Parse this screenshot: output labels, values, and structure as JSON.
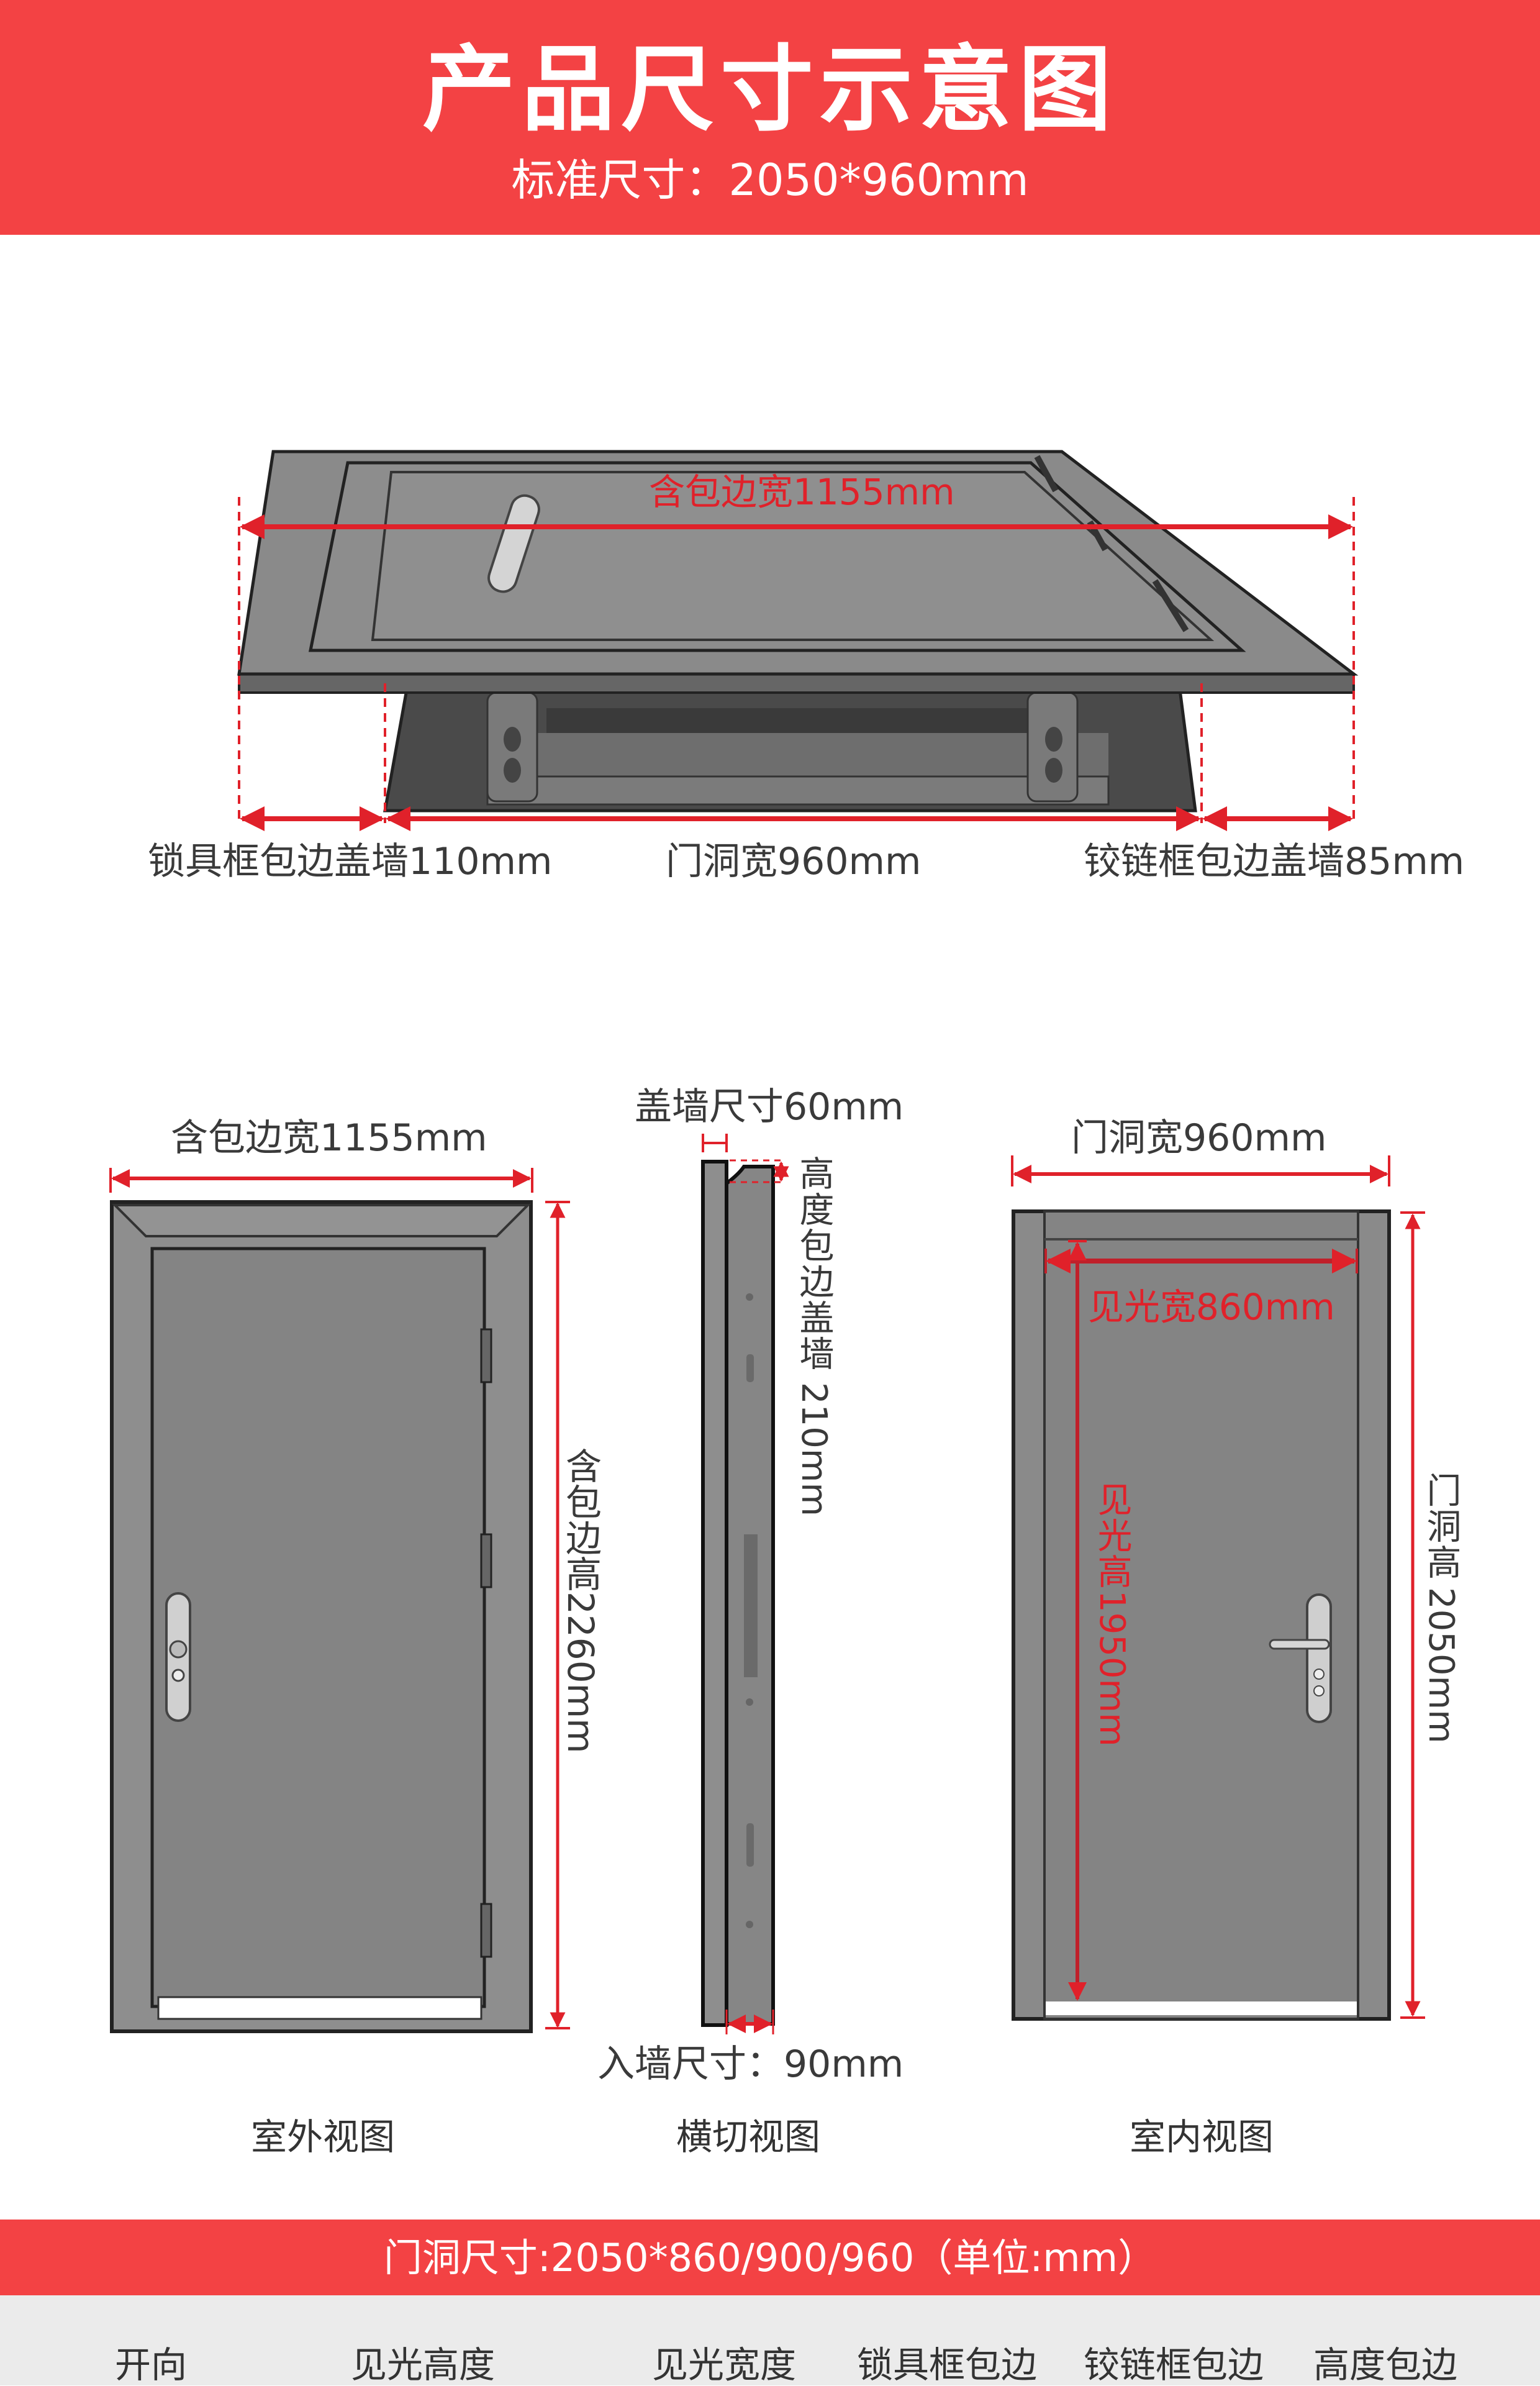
{
  "header": {
    "title": "产品尺寸示意图",
    "subtitle": "标准尺寸：2050*960mm",
    "background_color": "#f34244"
  },
  "top_view": {
    "total_width_label": "含包边宽1155mm",
    "lock_frame_label": "锁具框包边盖墙110mm",
    "opening_width_label": "门洞宽960mm",
    "hinge_frame_label": "铰链框包边盖墙85mm"
  },
  "exterior_view": {
    "width_label": "含包边宽1155mm",
    "height_label": "含包边高2260mm",
    "caption": "室外视图"
  },
  "section_view": {
    "cover_label": "盖墙尺寸60mm",
    "height_cover_label_cn": "高度包边盖墙",
    "height_cover_label_num": "210mm",
    "depth_label": "入墙尺寸：90mm",
    "caption": "横切视图"
  },
  "interior_view": {
    "opening_width_label": "门洞宽960mm",
    "clear_width_label": "见光宽860mm",
    "clear_height_label_cn": "见光高",
    "clear_height_label_num": "1950mm",
    "opening_height_label_cn": "门洞高",
    "opening_height_label_num": "2050mm",
    "caption": "室内视图"
  },
  "footer_bar": {
    "text": "门洞尺寸:2050*860/900/960（单位:mm）"
  },
  "spec_table": {
    "headers": [
      "开向",
      "见光高度",
      "见光宽度",
      "锁具框包边",
      "铰链框包边",
      "高度包边"
    ]
  },
  "colors": {
    "accent_red": "#e0212a",
    "door_gray": "#858585",
    "frame_gray": "#8e8e8e",
    "table_bg": "#ebebeb"
  }
}
